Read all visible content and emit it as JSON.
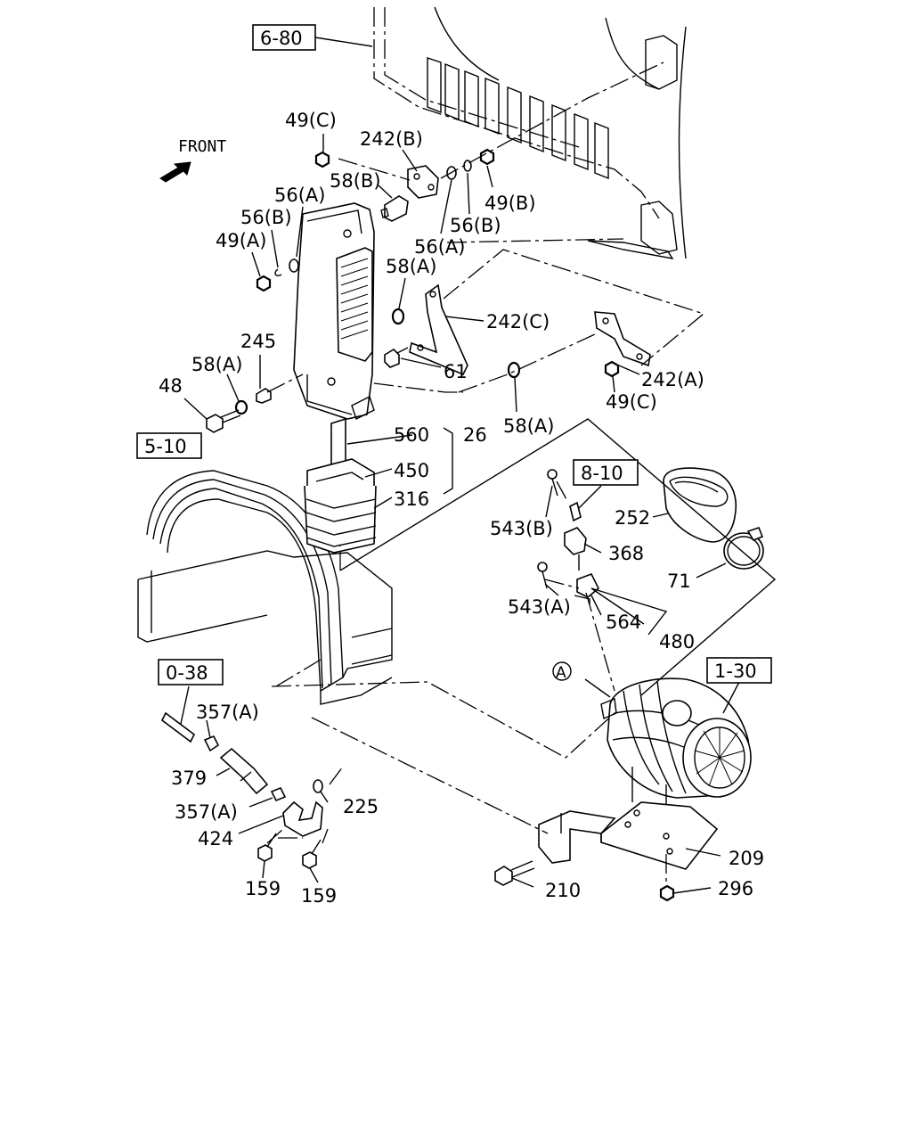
{
  "front_label": "FRONT",
  "reference_boxes": {
    "r680": "6-80",
    "r510": "5-10",
    "r810": "8-10",
    "r038": "0-38",
    "r130": "1-30"
  },
  "callout_A": "A",
  "labels": {
    "l49c_top": "49(C)",
    "l242b": "242(B)",
    "l58b": "58(B)",
    "l56a_left": "56(A)",
    "l56b_left": "56(B)",
    "l49a": "49(A)",
    "l49b": "49(B)",
    "l56b_right": "56(B)",
    "l56a_right": "56(A)",
    "l58a_top": "58(A)",
    "l242c": "242(C)",
    "l245": "245",
    "l58a_left": "58(A)",
    "l48": "48",
    "l61": "61",
    "l242a": "242(A)",
    "l49c_right": "49(C)",
    "l58a_mid": "58(A)",
    "l560": "560",
    "l26": "26",
    "l450": "450",
    "l316": "316",
    "l543b": "543(B)",
    "l368": "368",
    "l252": "252",
    "l71": "71",
    "l543a": "543(A)",
    "l564": "564",
    "l480": "480",
    "l357a_top": "357(A)",
    "l379": "379",
    "l357a_bot": "357(A)",
    "l225": "225",
    "l424": "424",
    "l159_left": "159",
    "l159_right": "159",
    "l209": "209",
    "l210": "210",
    "l296": "296"
  }
}
